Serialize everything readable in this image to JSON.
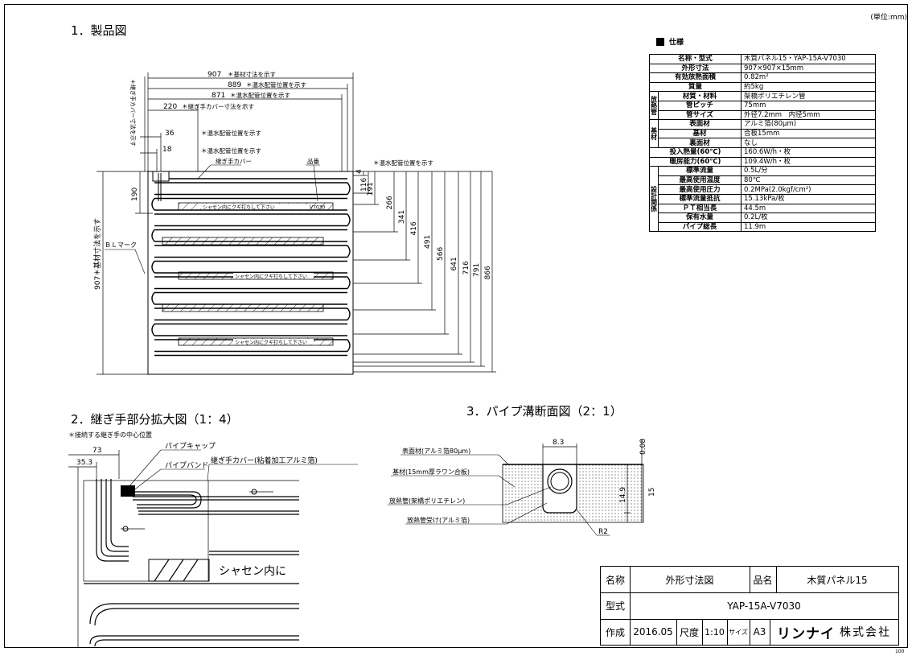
{
  "header": {
    "unit": "(単位:mm)"
  },
  "section1": {
    "title": "1．製品図",
    "spec_heading": "仕様",
    "dims_top": [
      {
        "value": "907",
        "note": "＊基材寸法を示す"
      },
      {
        "value": "889",
        "note": "＊温水配管位置を示す"
      },
      {
        "value": "871",
        "note": "＊温水配管位置を示す"
      },
      {
        "value": "220",
        "note": "＊継ぎ手カバー寸法を示す"
      }
    ],
    "dim_36": "36",
    "dim_18": "18",
    "note_pipe1": "＊温水配管位置を示す",
    "note_pipe2": "＊温水配管位置を示す",
    "note_joint_cover": "継ぎ手カバー",
    "note_part_no": "品番",
    "note_pipe_right": "＊温水配管位置を示す",
    "note_joint_vertical": "＊継ぎ手カバー寸法を示す",
    "dim_190": "190",
    "dim_907v": "907＊基材寸法を示す",
    "bl_mark": "ＢＬマーク",
    "dims_right": [
      "4",
      "116",
      "191",
      "266",
      "341",
      "416",
      "491",
      "566",
      "641",
      "716",
      "791",
      "866"
    ],
    "strip_text": "シャセン内にクギ打ちして下さい",
    "strip_code": "V7030"
  },
  "spec_rows": [
    {
      "group": "",
      "label": "名称・型式",
      "value": "木質パネル15・YAP-15A-V7030"
    },
    {
      "group": "",
      "label": "外形寸法",
      "value": "907×907×15mm"
    },
    {
      "group": "",
      "label": "有効放熱面積",
      "value": "0.82m²"
    },
    {
      "group": "",
      "label": "質量",
      "value": "約5kg"
    },
    {
      "group": "放熱管",
      "label": "材質・材料",
      "value": "架橋ポリエチレン管"
    },
    {
      "group": "",
      "label": "管ピッチ",
      "value": "75mm"
    },
    {
      "group": "",
      "label": "管サイズ",
      "value": "外径7.2mm　内径5mm"
    },
    {
      "group": "基材",
      "label": "表面材",
      "value": "アルミ箔(80μm)"
    },
    {
      "group": "",
      "label": "基材",
      "value": "合板15mm"
    },
    {
      "group": "",
      "label": "裏面材",
      "value": "なし"
    },
    {
      "group": "",
      "label": "投入熱量(60℃)",
      "value": "160.6W/h・枚"
    },
    {
      "group": "",
      "label": "暖房能力(60℃)",
      "value": "109.4W/h・枚"
    },
    {
      "group": "設計関係",
      "label": "標準流量",
      "value": "0.5L/分"
    },
    {
      "group": "",
      "label": "最高使用温度",
      "value": "80℃"
    },
    {
      "group": "",
      "label": "最高使用圧力",
      "value": "0.2MPa(2.0kgf/cm²)"
    },
    {
      "group": "",
      "label": "標準流量抵抗",
      "value": "15.13kPa/枚"
    },
    {
      "group": "",
      "label": "ＰＴ相当長",
      "value": "44.5m"
    },
    {
      "group": "",
      "label": "保有水量",
      "value": "0.2L/枚"
    },
    {
      "group": "",
      "label": "パイプ総長",
      "value": "11.9m"
    }
  ],
  "section2": {
    "title": "2．継ぎ手部分拡大図（1：4）",
    "note_center": "＊接続する継ぎ手の中心位置",
    "dim_73": "73",
    "dim_35": "35.3",
    "label_cap": "パイプキャップ",
    "label_band": "パイプバンド",
    "label_cover": "継ぎ手カバー(粘着加工アルミ箔)",
    "strip_text": "シャセン内に"
  },
  "section3": {
    "title": "3．パイプ溝断面図（2：1）",
    "label_surface": "表面材(アルミ箔80μm)",
    "label_base": "基材(15mm厚ラワン合板)",
    "label_pipe": "放熱管(架橋ポリエチレン)",
    "label_receiver": "放熱管受け(アルミ箔)",
    "dim_83": "8.3",
    "dim_008": "0.08",
    "dim_149": "14.9",
    "dim_15": "15",
    "dim_r2": "R2"
  },
  "title_block": {
    "name_label": "名称",
    "name_value": "外形寸法図",
    "product_label": "品名",
    "product_value": "木質パネル15",
    "model_label": "型式",
    "model_value": "YAP-15A-V7030",
    "made_label": "作成",
    "made_value": "2016.05",
    "scale_label": "尺度",
    "scale_value": "1:10",
    "size_label": "サイズ",
    "size_value": "A3",
    "company_logo": "リンナイ",
    "company_suffix": "株式会社"
  },
  "corner_mark": "100"
}
